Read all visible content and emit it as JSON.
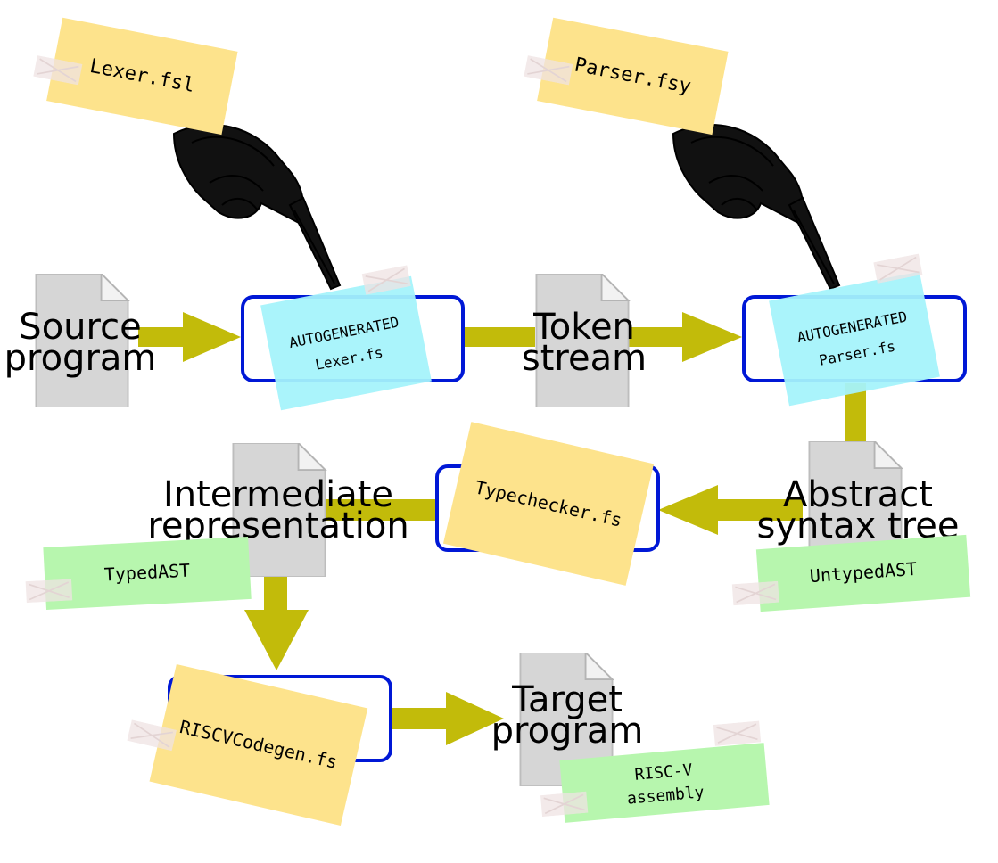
{
  "colors": {
    "arrow": "#c2bb0a",
    "stage_border": "#0018d6",
    "yellow_note": "#fde38c",
    "cyan_note": "#a5f3fb",
    "green_note": "#b7f6ae",
    "document": "#d6d6d6",
    "tape": "#efe3e3"
  },
  "artifacts": {
    "source_program": [
      "Source",
      "program"
    ],
    "token_stream": [
      "Token",
      "stream"
    ],
    "abstract_syntax_tree": [
      "Abstract",
      "syntax tree"
    ],
    "intermediate_representation": [
      "Intermediate",
      "representation"
    ],
    "target_program": [
      "Target",
      "program"
    ]
  },
  "notes": {
    "lexer_spec": "Lexer.fsl",
    "parser_spec": "Parser.fsy",
    "lexer_generated": [
      "AUTOGENERATED",
      "Lexer.fs"
    ],
    "parser_generated": [
      "AUTOGENERATED",
      "Parser.fs"
    ],
    "typechecker": "Typechecker.fs",
    "codegen": "RISCVCodegen.fs",
    "untyped_ast": "UntypedAST",
    "typed_ast": "TypedAST",
    "riscv_assembly": [
      "RISC-V",
      "assembly"
    ]
  },
  "icons": [
    "document-icon",
    "pointing-hand-icon",
    "arrow-icon",
    "tape-icon"
  ]
}
